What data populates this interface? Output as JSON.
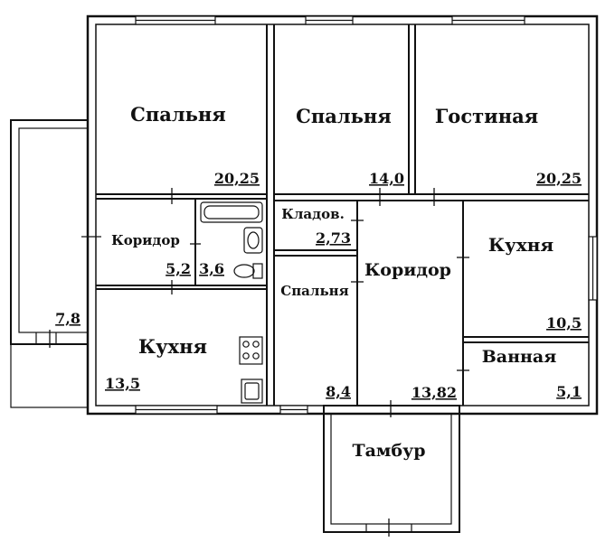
{
  "plan": {
    "rooms": [
      {
        "id": "bedroom-1",
        "name": "Спальня",
        "area": "20,25"
      },
      {
        "id": "bedroom-2",
        "name": "Спальня",
        "area": "14,0"
      },
      {
        "id": "living-room",
        "name": "Гостиная",
        "area": "20,25"
      },
      {
        "id": "corridor-left",
        "name": "Коридор",
        "area": "5,2"
      },
      {
        "id": "bathroom-small",
        "name": "",
        "area": "3,6"
      },
      {
        "id": "storage",
        "name": "Кладов.",
        "area": "2,73"
      },
      {
        "id": "corridor-main",
        "name": "Коридор",
        "area": "13,82"
      },
      {
        "id": "kitchen-right",
        "name": "Кухня",
        "area": "10,5"
      },
      {
        "id": "kitchen-left",
        "name": "Кухня",
        "area": "13,5"
      },
      {
        "id": "bedroom-small",
        "name": "Спальня",
        "area": "8,4"
      },
      {
        "id": "bathroom",
        "name": "Ванная",
        "area": "5,1"
      },
      {
        "id": "porch",
        "name": "",
        "area": "7,8"
      },
      {
        "id": "vestibule",
        "name": "Тамбур",
        "area": ""
      }
    ],
    "colors": {
      "wall": "#111111",
      "background": "#ffffff"
    }
  }
}
